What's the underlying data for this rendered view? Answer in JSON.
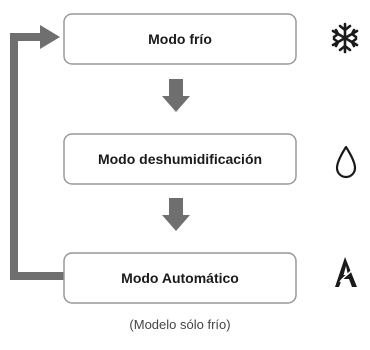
{
  "modes": [
    {
      "label": "Modo frío",
      "icon": "snowflake-icon"
    },
    {
      "label": "Modo deshumidificación",
      "icon": "water-drop-icon"
    },
    {
      "label": "Modo Automático",
      "icon": "auto-mode-icon"
    }
  ],
  "footnote": "(Modelo sólo frío)",
  "colors": {
    "box_border": "#999999",
    "arrow": "#6f6f6f",
    "text": "#1a1a1a"
  }
}
